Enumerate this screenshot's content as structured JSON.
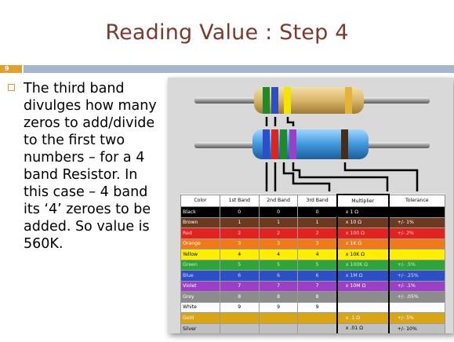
{
  "slide": {
    "title": "Reading Value : Step 4",
    "number": "9",
    "body": "The third band divulges how many zeros to add/divide to the first two numbers – for a 4 band Resistor.  In this case – 4 band its ‘4’ zeroes to be added. So value is 560K."
  },
  "colors": {
    "title": "#7a3b2e",
    "accent_orange": "#e0a032",
    "rule_blue": "#a7b6cc"
  },
  "table": {
    "headers": [
      "Color",
      "1st Band",
      "2nd Band",
      "3rd Band",
      "Multiplier",
      "Tolerance"
    ],
    "rows": [
      {
        "color": "Black",
        "b1": "0",
        "b2": "0",
        "b3": "0",
        "mult": "x 1 Ω",
        "tol": "",
        "bg": "#000000",
        "fg": "#ffffff"
      },
      {
        "color": "Brown",
        "b1": "1",
        "b2": "1",
        "b3": "1",
        "mult": "x 10 Ω",
        "tol": "+/-  1%",
        "bg": "#6b3a1f",
        "fg": "#ffffff"
      },
      {
        "color": "Red",
        "b1": "2",
        "b2": "2",
        "b3": "2",
        "mult": "x 100 Ω",
        "tol": "+/-  2%",
        "bg": "#e0231f",
        "fg": "#ffd0d0"
      },
      {
        "color": "Orange",
        "b1": "3",
        "b2": "3",
        "b3": "3",
        "mult": "x 1K Ω",
        "tol": "",
        "bg": "#f07a1a",
        "fg": "#ffffff"
      },
      {
        "color": "Yellow",
        "b1": "4",
        "b2": "4",
        "b3": "4",
        "mult": "x 10K Ω",
        "tol": "",
        "bg": "#ffee00",
        "fg": "#000000"
      },
      {
        "color": "Green",
        "b1": "5",
        "b2": "5",
        "b3": "5",
        "mult": "x 100K Ω",
        "tol": "+/-  .5%",
        "bg": "#2fa43c",
        "fg": "#c8f0c8"
      },
      {
        "color": "Blue",
        "b1": "6",
        "b2": "6",
        "b3": "6",
        "mult": "x 1M Ω",
        "tol": "+/-  .25%",
        "bg": "#2c4fc4",
        "fg": "#d0dcff"
      },
      {
        "color": "Violet",
        "b1": "7",
        "b2": "7",
        "b3": "7",
        "mult": "x 10M Ω",
        "tol": "+/-  .1%",
        "bg": "#9a3fc6",
        "fg": "#ffffff"
      },
      {
        "color": "Grey",
        "b1": "8",
        "b2": "8",
        "b3": "8",
        "mult": "",
        "tol": "+/-  .05%",
        "bg": "#8c8c8c",
        "fg": "#ffffff"
      },
      {
        "color": "White",
        "b1": "9",
        "b2": "9",
        "b3": "9",
        "mult": "",
        "tol": "",
        "bg": "#ffffff",
        "fg": "#000000"
      },
      {
        "color": "Gold",
        "b1": "",
        "b2": "",
        "b3": "",
        "mult": "x .1 Ω",
        "tol": "+/-  5%",
        "bg": "#d9a514",
        "fg": "#ffffff"
      },
      {
        "color": "Silver",
        "b1": "",
        "b2": "",
        "b3": "",
        "mult": "x .01 Ω",
        "tol": "+/-  10%",
        "bg": "#c0c0c0",
        "fg": "#000000"
      }
    ]
  },
  "resistors": {
    "top_bands": [
      "#1f8a2a",
      "#2a4fc8",
      "#f2e600",
      "#e3b33a"
    ],
    "bottom_bands": [
      "#2a4fc8",
      "#e0231f",
      "#1f8a2a",
      "#9a3fc6",
      "#4a2c16"
    ]
  }
}
